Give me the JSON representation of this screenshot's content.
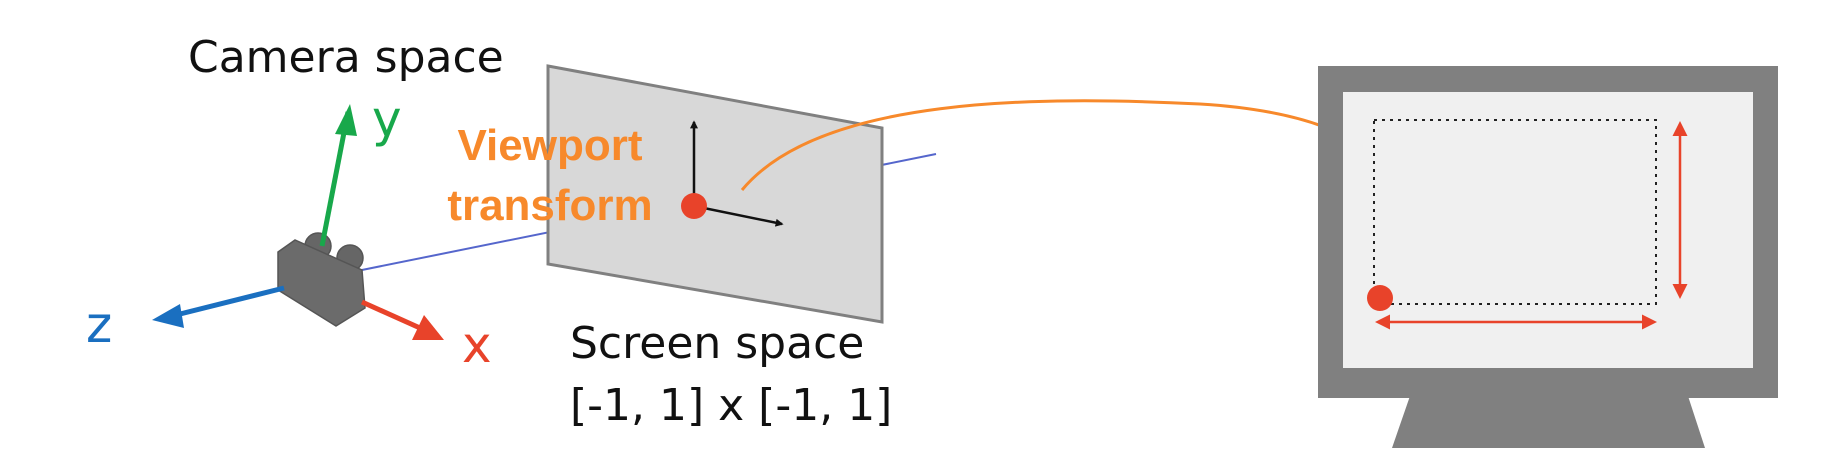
{
  "camera": {
    "title": "Camera space"
  },
  "axes": {
    "y": "y",
    "z": "z",
    "x": "x"
  },
  "screen": {
    "title": "Screen space",
    "range": "[-1, 1] x [-1, 1]"
  },
  "viewport": {
    "line1": "Viewport",
    "line2": "transform"
  },
  "colors": {
    "y_axis": "#18a84b",
    "z_axis": "#1a6fc0",
    "x_axis": "#e8432a",
    "viewport": "#f7892b",
    "point": "#e8432a",
    "ray": "#5566cc",
    "monitor": "#808080",
    "screen_fill": "#f0f0f0",
    "plane_fill": "#d8d8d8"
  }
}
